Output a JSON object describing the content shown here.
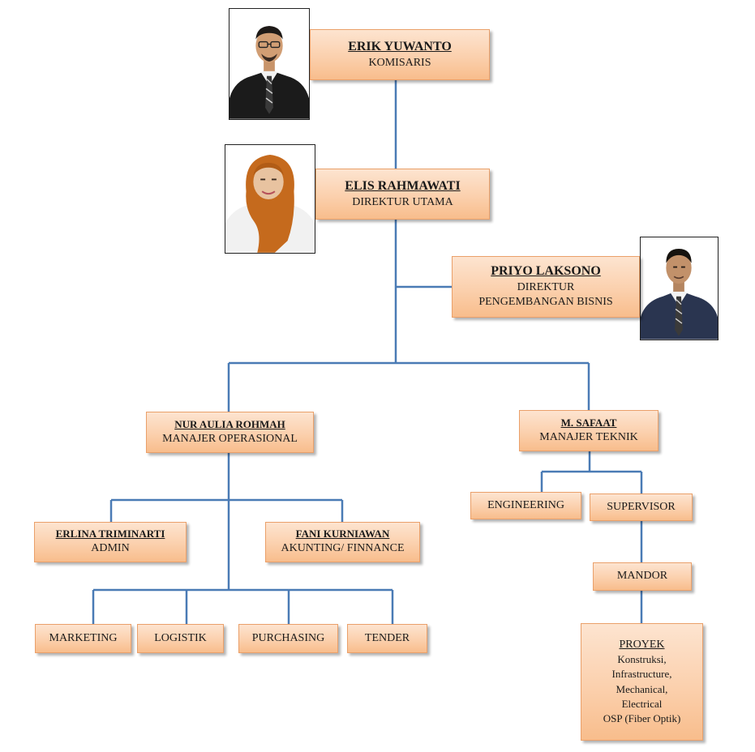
{
  "colors": {
    "box_fill": "#fbd0ad",
    "box_border": "#eaa06a",
    "connector": "#4a7bb5"
  },
  "nodes": {
    "komisaris": {
      "name": "ERIK YUWANTO",
      "role": "KOMISARIS",
      "photo": "person-suit-photo"
    },
    "direktur_utama": {
      "name": "ELIS RAHMAWATI",
      "role": "DIREKTUR UTAMA",
      "photo": "person-hijab-photo"
    },
    "direktur_bisnis": {
      "name": "PRIYO LAKSONO",
      "role_line1": "DIREKTUR",
      "role_line2": "PENGEMBANGAN BISNIS",
      "photo": "person-suit-photo"
    },
    "manajer_operasional": {
      "name": "NUR AULIA ROHMAH",
      "role": "MANAJER OPERASIONAL"
    },
    "manajer_teknik": {
      "name": "M. SAFAAT",
      "role": "MANAJER TEKNIK"
    },
    "admin": {
      "name": "ERLINA TRIMINARTI",
      "role": "ADMIN"
    },
    "akunting": {
      "name": "FANI KURNIAWAN",
      "role": "AKUNTING/ FINNANCE"
    },
    "marketing": {
      "label": "MARKETING"
    },
    "logistik": {
      "label": "LOGISTIK"
    },
    "purchasing": {
      "label": "PURCHASING"
    },
    "tender": {
      "label": "TENDER"
    },
    "engineering": {
      "label": "ENGINEERING"
    },
    "supervisor": {
      "label": "SUPERVISOR"
    },
    "mandor": {
      "label": "MANDOR"
    },
    "proyek": {
      "title": "PROYEK",
      "details": [
        "Konstruksi,",
        "Infrastructure,",
        "Mechanical,",
        "Electrical",
        "OSP (Fiber Optik)"
      ]
    }
  }
}
